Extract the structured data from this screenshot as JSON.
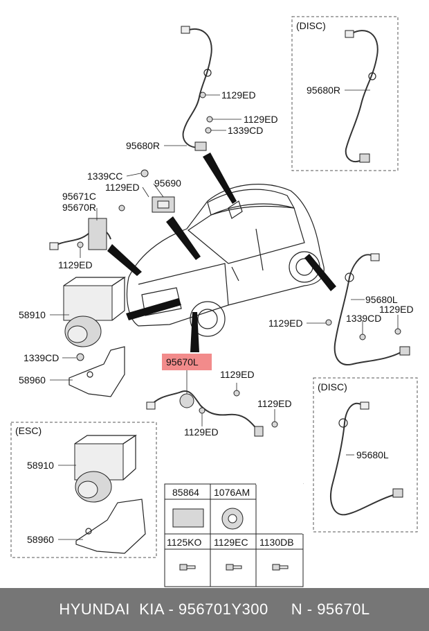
{
  "groups": {
    "disc_top": "(DISC)",
    "disc_bottom": "(DISC)",
    "esc": "(ESC)"
  },
  "labels": {
    "l_1129ED_a": "1129ED",
    "l_1129ED_b": "1129ED",
    "l_1339CD_a": "1339CD",
    "l_95680R_a": "95680R",
    "l_95680R_b": "95680R",
    "l_1339CC": "1339CC",
    "l_1129ED_c": "1129ED",
    "l_95690": "95690",
    "l_95671C": "95671C",
    "l_95670R": "95670R",
    "l_1129ED_d": "1129ED",
    "l_58910_a": "58910",
    "l_1339CD_b": "1339CD",
    "l_58960_a": "58960",
    "l_95670L": "95670L",
    "l_1129ED_e": "1129ED",
    "l_1129ED_f": "1129ED",
    "l_1129ED_g": "1129ED",
    "l_95680L_a": "95680L",
    "l_1129ED_h": "1129ED",
    "l_1129ED_i": "1129ED",
    "l_1339CD_c": "1339CD",
    "l_95680L_b": "95680L",
    "l_58910_b": "58910",
    "l_58960_b": "58960"
  },
  "hardware_table": {
    "row1": [
      "85864",
      "1076AM"
    ],
    "row2": [
      "1125KO",
      "1129EC",
      "1130DB"
    ]
  },
  "footer": {
    "text": "HYUNDAI  KIA - 956701Y300     N - 95670L"
  },
  "colors": {
    "highlight": "#f28b8b",
    "footer_bg": "#767676"
  }
}
